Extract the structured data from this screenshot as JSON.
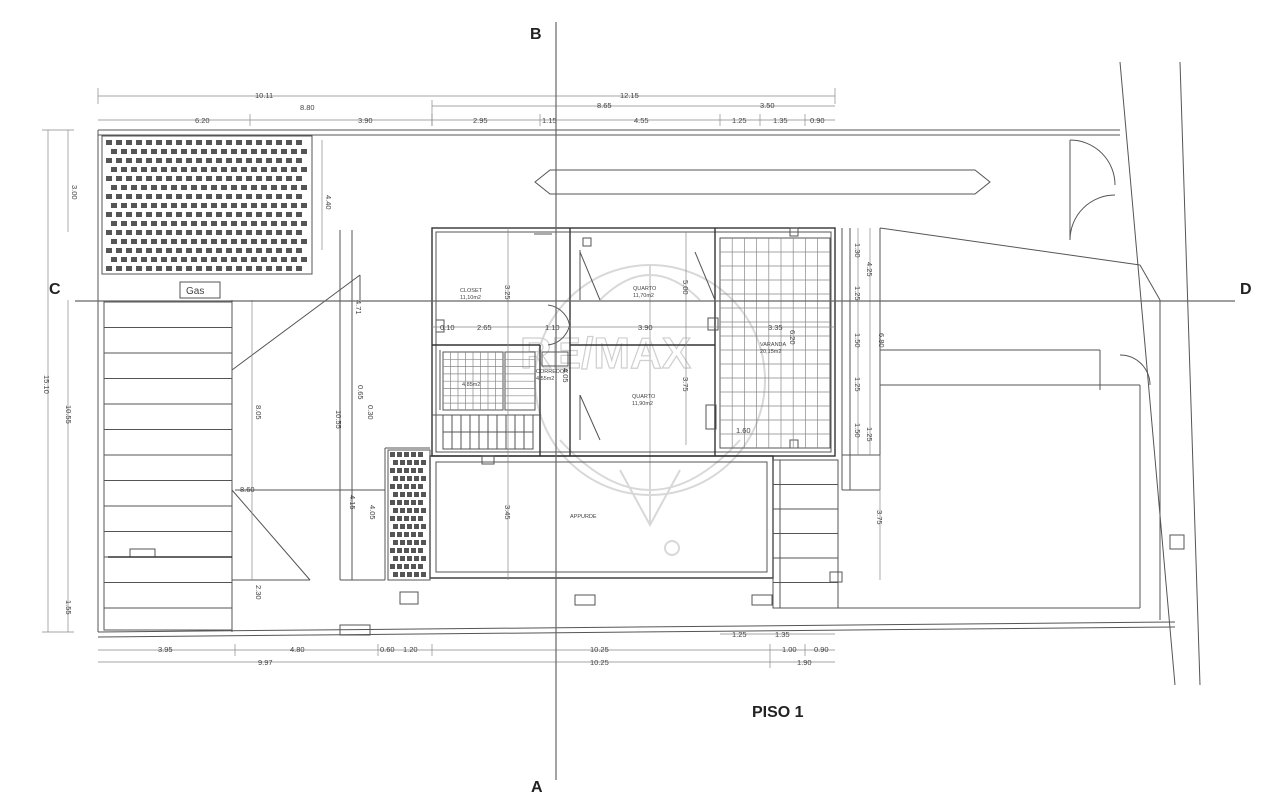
{
  "section_labels": {
    "a": "A",
    "b": "B",
    "c": "C",
    "d": "D"
  },
  "title": "PISO 1",
  "rooms": {
    "closet_name": "CLOSET",
    "closet_area": "11,10m2",
    "quarto1_name": "QUARTO",
    "quarto1_area": "11,70m2",
    "varanda_name": "VARANDA",
    "varanda_area": "20,15m2",
    "corredor_name": "CORREDOR",
    "corredor_area": "4,55m2",
    "quarto2_name": "QUARTO",
    "quarto2_area": "11,90m2",
    "wc_area": "4,85m2",
    "lower_room": "APPURDE",
    "gas": "Gas"
  },
  "dims": {
    "top1_total": "10.11",
    "top1_right": "12.15",
    "top2_880": "8.80",
    "top2_865": "8.65",
    "top2_350": "3.50",
    "top3_620": "6.20",
    "top3_390": "3.90",
    "top3_295": "2.95",
    "top3_115": "1.15",
    "top3_455": "4.55",
    "top3_125": "1.25",
    "top3_135": "1.35",
    "top3_090": "0.90",
    "bot1_395": "3.95",
    "bot1_480": "4.80",
    "bot1_060": "0.60",
    "bot1_120": "1.20",
    "bot1_1025": "10.25",
    "bot1_100": "1.00",
    "bot1_090": "0.90",
    "bot2_997": "9.97",
    "bot2_1025": "10.25",
    "bot2_190": "1.90",
    "bot3_125": "1.25",
    "bot3_135": "1.35",
    "left_300": "3.00",
    "left_1510": "15.10",
    "left_1055": "10.55",
    "left_155": "1.55",
    "left_440": "4.40",
    "left_860": "8.60",
    "left_230": "2.30",
    "left_805": "8.05",
    "mid_471": "4.71",
    "mid_1055": "10.55",
    "mid_415": "4.15",
    "mid_405": "4.05",
    "mid_065": "0.65",
    "mid_030": "0.30",
    "r_265": "2.65",
    "r_010": "0.10",
    "r_110": "1.10",
    "r_390": "3.90",
    "r_335": "3.35",
    "r_325": "3.25",
    "r_500": "5.00",
    "r_375a": "3.75",
    "r_345": "3.45",
    "r_160": "1.60",
    "r_620": "6.20",
    "r_405": "4.05",
    "rc_130": "1.30",
    "rc_425": "4.25",
    "rc_125a": "1.25",
    "rc_150a": "1.50",
    "rc_125b": "1.25",
    "rc_150b": "1.50",
    "rc_125c": "1.25",
    "rc_680": "6.80",
    "rc_375": "3.75"
  }
}
